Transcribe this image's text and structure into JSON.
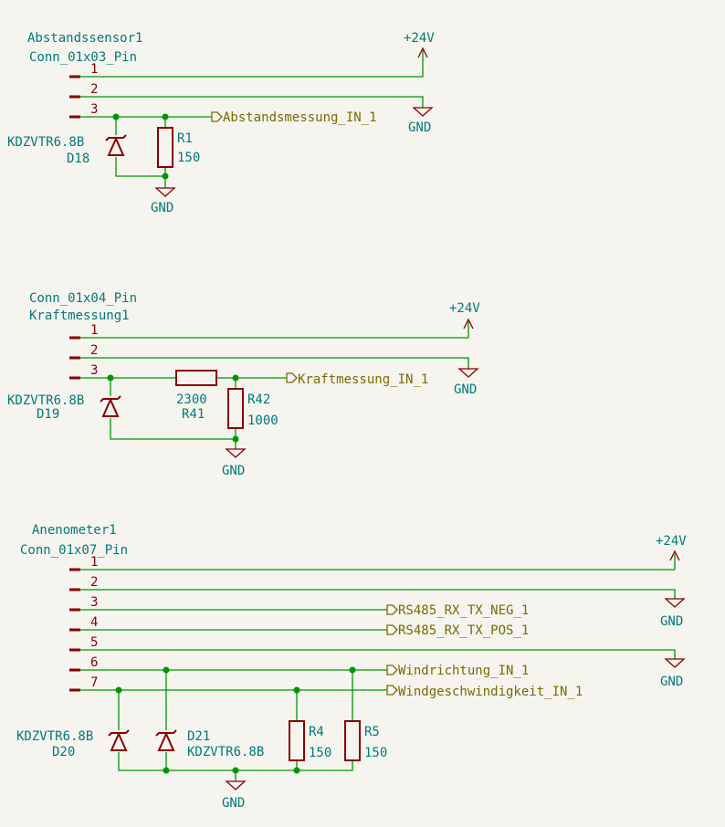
{
  "colors": {
    "background": "#f5f4ef",
    "wire": "#009600",
    "symbol": "#8a0000",
    "ref_text": "#007a7a",
    "label_text": "#7a6a00"
  },
  "block1": {
    "connector_ref": "Abstandssensor1",
    "connector_value": "Conn_01x03_Pin",
    "pins": [
      "1",
      "2",
      "3"
    ],
    "power_24v": "+24V",
    "gnd_a": "GND",
    "gnd_b": "GND",
    "label": "Abstandsmessung_IN_1",
    "diode_value": "KDZVTR6.8B",
    "diode_ref": "D18",
    "r_ref": "R1",
    "r_value": "150"
  },
  "block2": {
    "connector_value": "Conn_01x04_Pin",
    "connector_ref": "Kraftmessung1",
    "pins": [
      "1",
      "2",
      "3"
    ],
    "power_24v": "+24V",
    "gnd_a": "GND",
    "gnd_b": "GND",
    "label": "Kraftmessung_IN_1",
    "diode_value": "KDZVTR6.8B",
    "diode_ref": "D19",
    "rs_value": "2300",
    "rs_ref": "R41",
    "rp_ref": "R42",
    "rp_value": "1000"
  },
  "block3": {
    "connector_ref": "Anenometer1",
    "connector_value": "Conn_01x07_Pin",
    "pins": [
      "1",
      "2",
      "3",
      "4",
      "5",
      "6",
      "7"
    ],
    "power_24v": "+24V",
    "gnd_a": "GND",
    "gnd_b": "GND",
    "gnd_c": "GND",
    "labels": [
      "RS485_RX_TX_NEG_1",
      "RS485_RX_TX_POS_1",
      "Windrichtung_IN_1",
      "Windgeschwindigkeit_IN_1"
    ],
    "d20_value": "KDZVTR6.8B",
    "d20_ref": "D20",
    "d21_ref": "D21",
    "d21_value": "KDZVTR6.8B",
    "r4_ref": "R4",
    "r4_value": "150",
    "r5_ref": "R5",
    "r5_value": "150"
  }
}
